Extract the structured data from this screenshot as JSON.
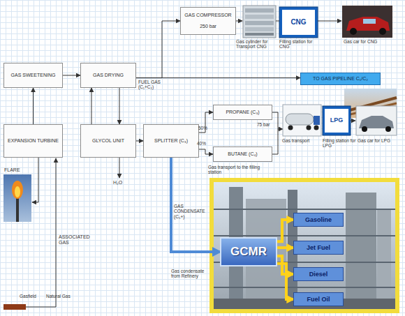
{
  "diagram": {
    "nodes": [
      {
        "text": [
          "GAS COMPRESSOR",
          "250 bar"
        ]
      },
      {
        "text": [
          "GAS SWEETENING"
        ]
      },
      {
        "text": [
          "GAS DRYING"
        ]
      },
      {
        "text": [
          "TO GAS PIPELINE C₁/C₂"
        ]
      },
      {
        "text": [
          "EXPANSION TURBINE"
        ]
      },
      {
        "text": [
          "GLYCOL UNIT"
        ]
      },
      {
        "text": [
          "SPLITTER (C₃)"
        ]
      },
      {
        "text": [
          "PROPANE (C₃)"
        ]
      },
      {
        "text": [
          "BUTANE (C₄)"
        ]
      },
      {
        "text": [
          "GCMR"
        ]
      },
      {
        "text": [
          "Gasoline"
        ]
      },
      {
        "text": [
          "Jet Fuel"
        ]
      },
      {
        "text": [
          "Diesel"
        ]
      },
      {
        "text": [
          "Fuel Oil"
        ]
      }
    ],
    "edges": [
      {
        "from": 2,
        "to": 0,
        "arrow": "to"
      },
      {
        "from": 2,
        "to": 3,
        "arrow": "to",
        "label": "FUEL GAS (C₁+C₂)"
      },
      {
        "from": 1,
        "to": 2,
        "arrow": "to"
      },
      {
        "from": 4,
        "to": 1,
        "arrow": "to"
      },
      {
        "from": 2,
        "to": 5,
        "arrow": "to"
      },
      {
        "from": 5,
        "to": 2,
        "arrow": "to"
      },
      {
        "from": 5,
        "to": 6,
        "arrow": "to"
      },
      {
        "from": 6,
        "to": 7,
        "arrow": "to",
        "label": "50%"
      },
      {
        "from": 6,
        "to": 8,
        "arrow": "to",
        "label": "40%"
      },
      {
        "from": 6,
        "to": 9,
        "arrow": "to",
        "label": "GAS CONDENSATE (C₅+)"
      },
      {
        "from": 9,
        "to": 10,
        "arrow": "to"
      },
      {
        "from": 9,
        "to": 11,
        "arrow": "to"
      },
      {
        "from": 9,
        "to": 12,
        "arrow": "to"
      },
      {
        "from": 9,
        "to": 13,
        "arrow": "to"
      }
    ],
    "labels": [
      "Gas cylinder for Transport CNG",
      "CNG",
      "Filling station for CNG",
      "Gas car for CNG",
      "FLARE",
      "75 bar",
      "Gas transport",
      "LPG",
      "Filling station for LPG",
      "Gas car for LPG",
      "Gas transport to the filling station",
      "H₂O",
      "ASSOCIATED GAS",
      "Gas condensate from Refinery",
      "Gasfield",
      "Natural Gas"
    ]
  }
}
